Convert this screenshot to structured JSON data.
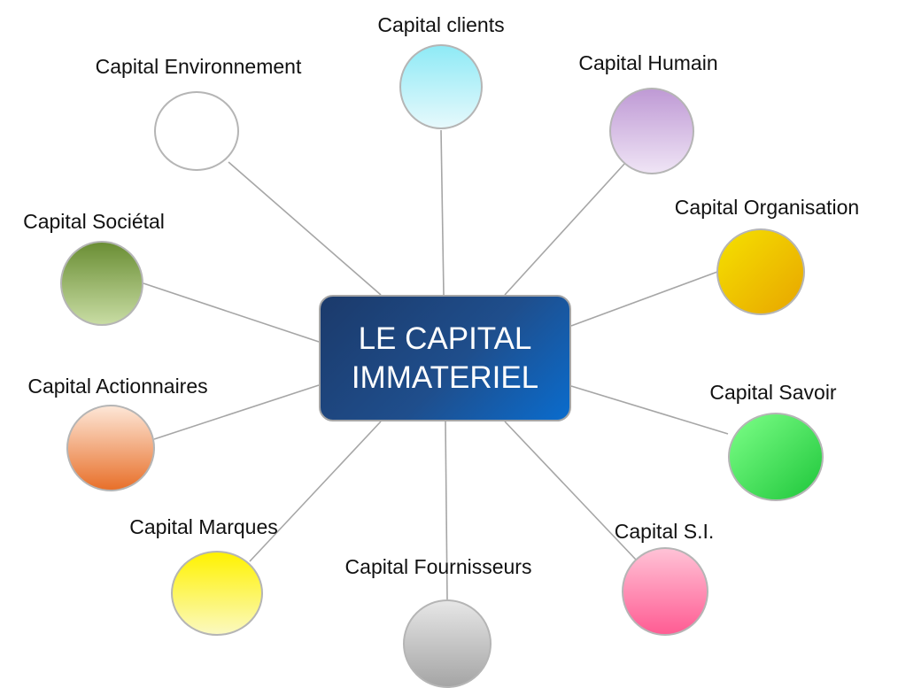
{
  "center": {
    "line1": "LE CAPITAL",
    "line2": "IMMATERIEL"
  },
  "nodes": [
    {
      "id": "clients",
      "label": "Capital clients",
      "colors": [
        "#8feaf6",
        "#e6f9fc"
      ]
    },
    {
      "id": "humain",
      "label": "Capital Humain",
      "colors": [
        "#bf9ad5",
        "#efe4f5"
      ]
    },
    {
      "id": "organisation",
      "label": "Capital Organisation",
      "colors": [
        "#f5e100",
        "#e8a500"
      ]
    },
    {
      "id": "savoir",
      "label": "Capital Savoir",
      "colors": [
        "#7dff88",
        "#1ec63a"
      ]
    },
    {
      "id": "si",
      "label": "Capital S.I.",
      "colors": [
        "#ff5c93",
        "#ffc2d6"
      ]
    },
    {
      "id": "fournisseurs",
      "label": "Capital Fournisseurs",
      "colors": [
        "#a5a5a5",
        "#e6e6e6"
      ]
    },
    {
      "id": "marques",
      "label": "Capital Marques",
      "colors": [
        "#fff200",
        "#fbf9c0"
      ]
    },
    {
      "id": "actionnaires",
      "label": "Capital Actionnaires",
      "colors": [
        "#fde6d6",
        "#e8702a"
      ]
    },
    {
      "id": "societal",
      "label": "Capital Sociétal",
      "colors": [
        "#6a8e34",
        "#c8dca3"
      ]
    },
    {
      "id": "environnement",
      "label": "Capital Environnement",
      "colors": [
        "#ffffff",
        "#ffffff"
      ]
    }
  ],
  "connector_color": "#a6a6a6"
}
